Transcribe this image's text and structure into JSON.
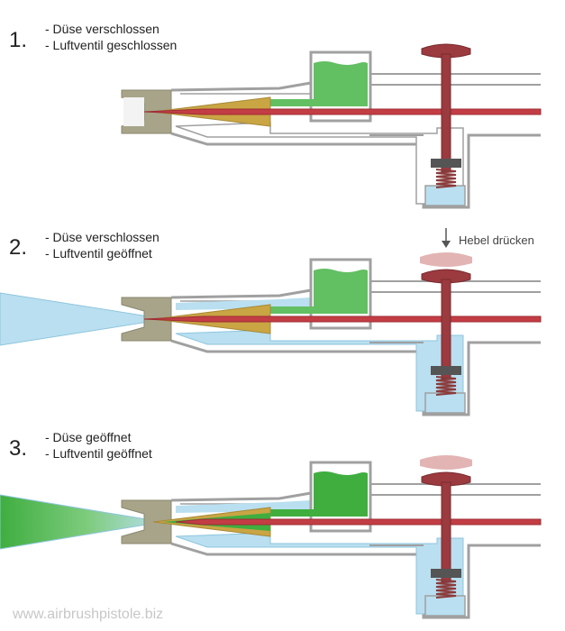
{
  "colors": {
    "air": "#b9dff0",
    "paint": "#62bf62",
    "paint_dark": "#3fae3f",
    "needle": "#c33d45",
    "lever": "#9b3a3f",
    "lever_ghost": "#e3b4b4",
    "body_line": "#9a9a9a",
    "nozzle_cap": "#a7a48a",
    "nozzle_cone": "#c9a544",
    "spring": "#8a3b3b"
  },
  "stages": [
    {
      "number": "1.",
      "lines": [
        "- Düse verschlossen",
        "- Luftventil geschlossen"
      ],
      "air_valve_open": false,
      "nozzle_open": false,
      "lever_pressed": false
    },
    {
      "number": "2.",
      "lines": [
        "- Düse verschlossen",
        "- Luftventil geöffnet"
      ],
      "air_valve_open": true,
      "nozzle_open": false,
      "lever_pressed": true
    },
    {
      "number": "3.",
      "lines": [
        "- Düse geöffnet",
        "- Luftventil geöffnet"
      ],
      "air_valve_open": true,
      "nozzle_open": true,
      "lever_pressed": true
    }
  ],
  "lever_hint": {
    "label": "Hebel drücken",
    "icon": "arrow-down-icon"
  },
  "watermark": "www.airbrushpistole.biz"
}
